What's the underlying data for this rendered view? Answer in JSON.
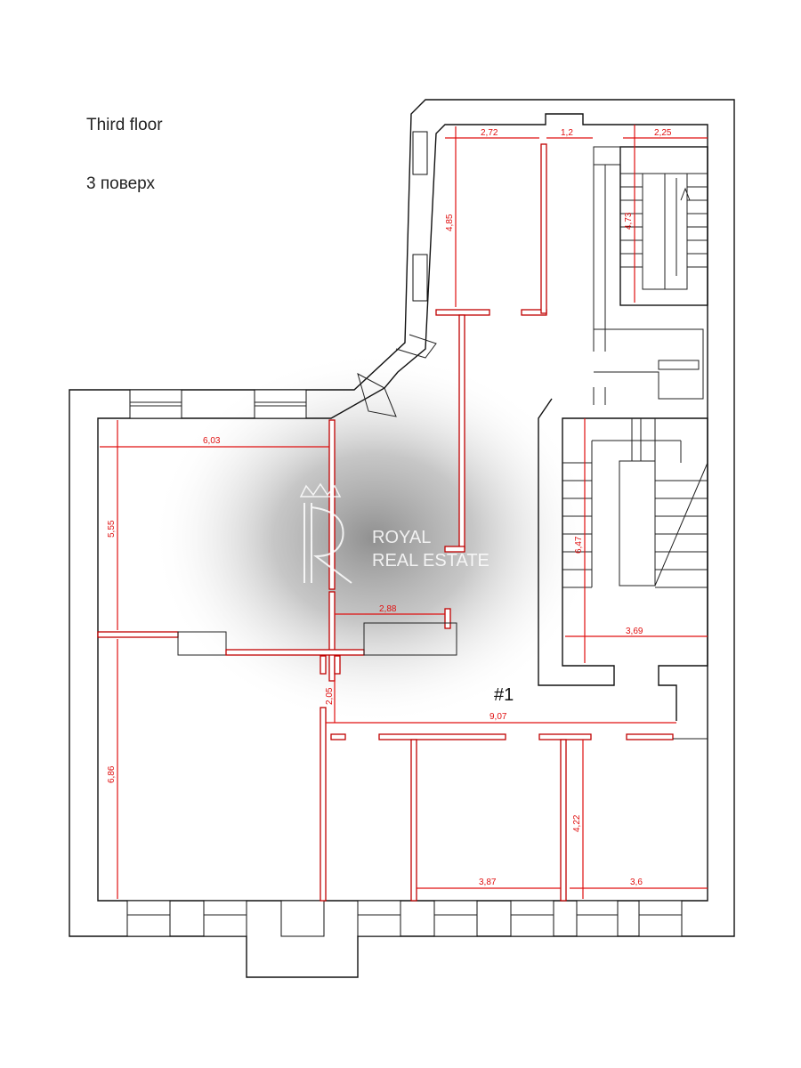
{
  "title_en": "Third floor",
  "title_local": "3 поверх",
  "unit_label": "#1",
  "watermark": {
    "line1": "ROYAL",
    "line2": "REAL ESTATE"
  },
  "dimensions": [
    {
      "id": "d272",
      "text": "2,72"
    },
    {
      "id": "d12",
      "text": "1,2"
    },
    {
      "id": "d225",
      "text": "2,25"
    },
    {
      "id": "d485",
      "text": "4,85"
    },
    {
      "id": "d473",
      "text": "4,73"
    },
    {
      "id": "d603",
      "text": "6,03"
    },
    {
      "id": "d555",
      "text": "5,55"
    },
    {
      "id": "d288",
      "text": "2,88"
    },
    {
      "id": "d647",
      "text": "6,47"
    },
    {
      "id": "d369",
      "text": "3,69"
    },
    {
      "id": "d205",
      "text": "2,05"
    },
    {
      "id": "d907",
      "text": "9,07"
    },
    {
      "id": "d686",
      "text": "6,86"
    },
    {
      "id": "d422",
      "text": "4,22"
    },
    {
      "id": "d387",
      "text": "3,87"
    },
    {
      "id": "d36",
      "text": "3,6"
    }
  ],
  "colors": {
    "dimension": "#e01010",
    "wall": "#111111",
    "watermark": "#ffffff"
  }
}
